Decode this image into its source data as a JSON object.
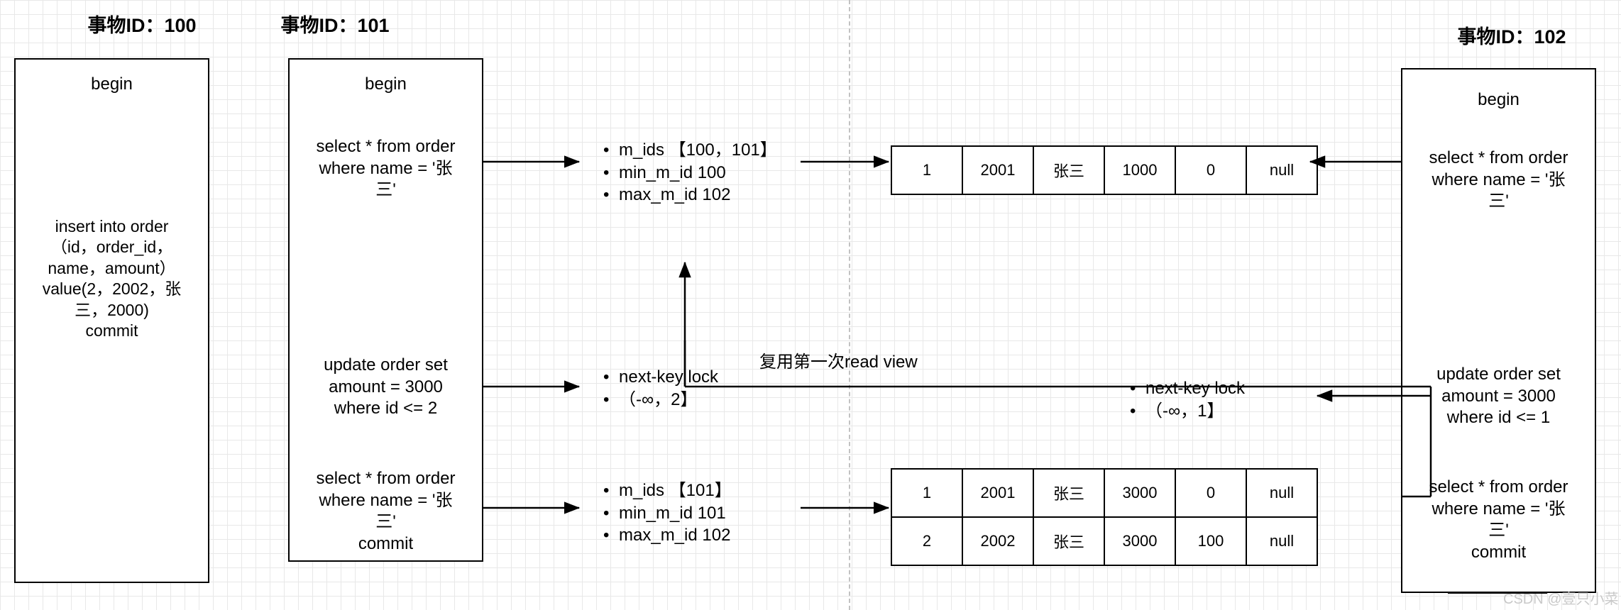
{
  "diagram": {
    "note_label": "复用第一次read view",
    "watermark": "CSDN @壹只小菜"
  },
  "transactions": [
    {
      "id": "txn-100",
      "title": "事物ID：100",
      "statements": [
        {
          "name": "begin",
          "text": "begin"
        },
        {
          "name": "insert",
          "text": "insert into order\n（id，order_id，\nname，amount）\nvalue(2，2002，张\n三，2000)\ncommit"
        }
      ]
    },
    {
      "id": "txn-101",
      "title": "事物ID：101",
      "statements": [
        {
          "name": "begin",
          "text": "begin"
        },
        {
          "name": "select-first",
          "text": "select * from order\nwhere name = '张\n三'"
        },
        {
          "name": "update",
          "text": "update order set\namount = 3000\nwhere id <= 2"
        },
        {
          "name": "select-second",
          "text": "select * from order\nwhere name = '张\n三'\ncommit"
        }
      ]
    },
    {
      "id": "txn-102",
      "title": "事物ID：102",
      "statements": [
        {
          "name": "begin",
          "text": "begin"
        },
        {
          "name": "select-first",
          "text": "select * from order\nwhere name = '张\n三'"
        },
        {
          "name": "update",
          "text": "update order set\namount = 3000\nwhere id <= 1"
        },
        {
          "name": "select-second",
          "text": "select * from order\nwhere name = '张\n三'\ncommit"
        }
      ]
    }
  ],
  "readviews": [
    {
      "name": "readview-first",
      "lines": [
        "m_ids 【100，101】",
        "min_m_id 100",
        "max_m_id 102"
      ]
    },
    {
      "name": "readview-second",
      "lines": [
        "m_ids 【101】",
        "min_m_id 101",
        "max_m_id 102"
      ]
    }
  ],
  "locks": [
    {
      "name": "lock-left",
      "lines": [
        "next-key lock",
        "（-∞，2】"
      ]
    },
    {
      "name": "lock-right",
      "lines": [
        "next-key lock",
        "（-∞，1】"
      ]
    }
  ],
  "tables": [
    {
      "name": "result-table-first",
      "rows": [
        [
          "1",
          "2001",
          "张三",
          "1000",
          "0",
          "null"
        ]
      ]
    },
    {
      "name": "result-table-second",
      "rows": [
        [
          "1",
          "2001",
          "张三",
          "3000",
          "0",
          "null"
        ],
        [
          "2",
          "2002",
          "张三",
          "3000",
          "100",
          "null"
        ]
      ]
    }
  ]
}
